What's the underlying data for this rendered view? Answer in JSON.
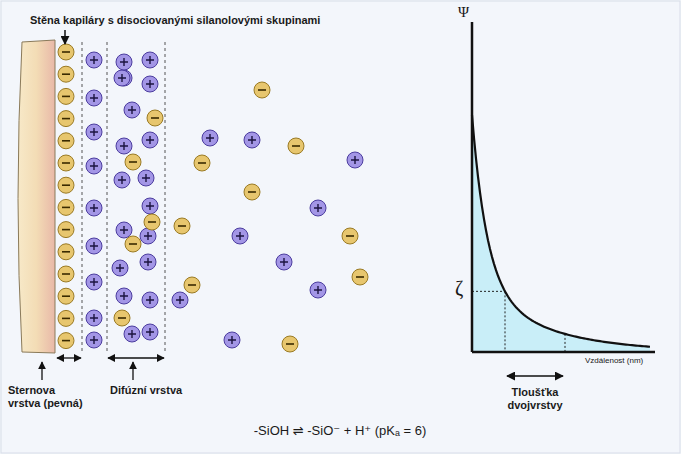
{
  "diagram": {
    "labels": [
      "Stěna kapiláry s disociovanými silanolovými skupinami",
      "Ψ",
      "ζ",
      "Vzdálenost (nm)",
      "Tloušťka dvojvrstvy",
      "Sternova vrstva (pevná)",
      "Difúzní vrstva",
      "-SiOH ⇌ -SiO⁻ + H⁺ (pKₐ = 6)"
    ]
  }
}
